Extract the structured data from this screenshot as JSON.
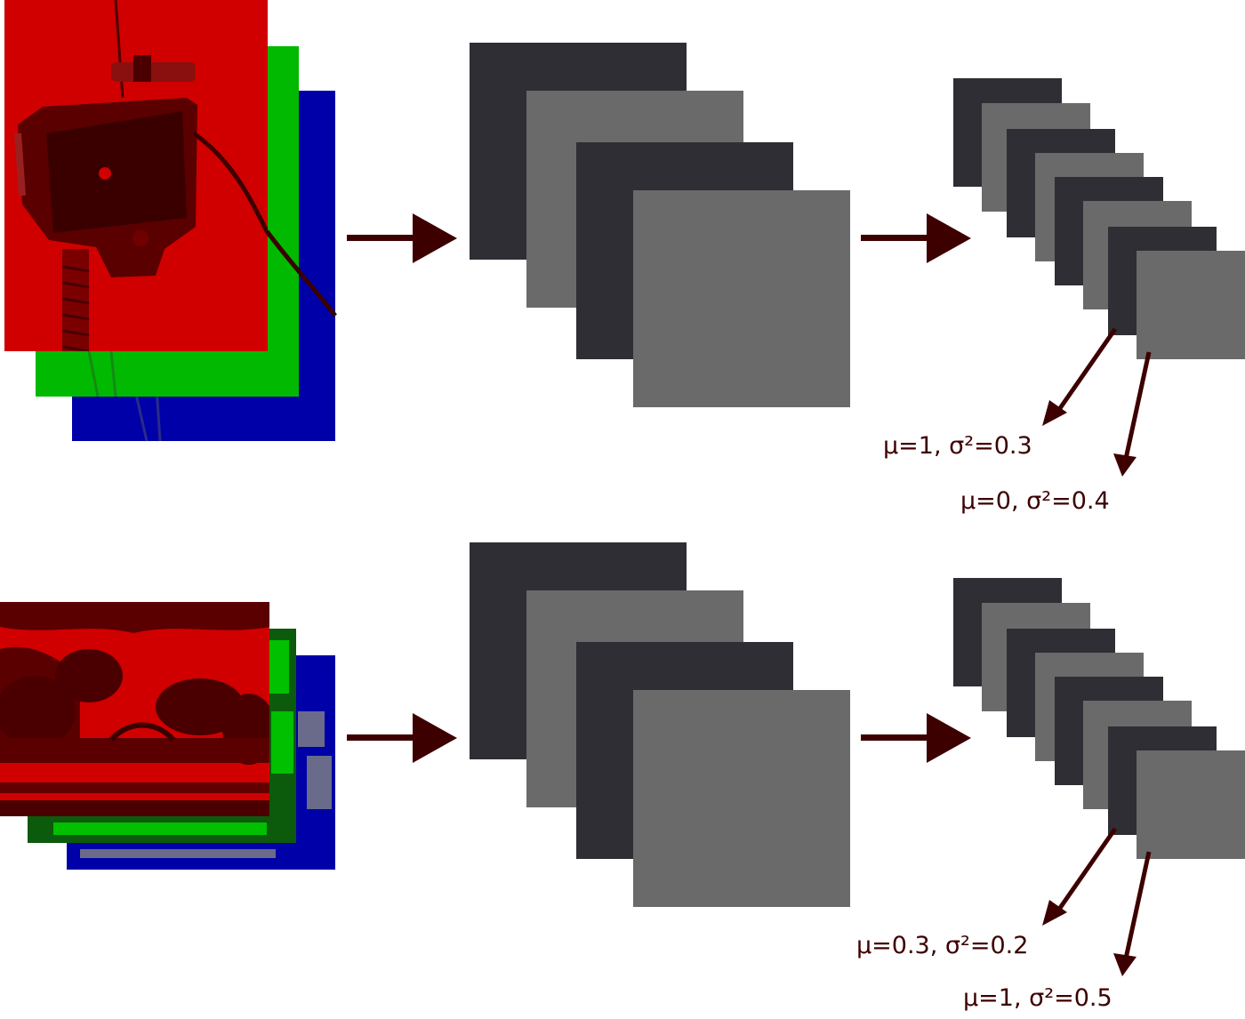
{
  "colors": {
    "background": "#ffffff",
    "channel_red": "#d00000",
    "channel_green": "#00b900",
    "channel_blue": "#0000a8",
    "feature_dark": "#2e2e34",
    "feature_gray": "#6a6a6a",
    "arrow": "#3d0000",
    "label_text": "#3d0000",
    "photo_dark": "#4a0000"
  },
  "rows": [
    {
      "name": "extruder-row",
      "input_photo": "extruder-photo",
      "stats": [
        {
          "label": "μ=1, σ²=0.3"
        },
        {
          "label": "μ=0, σ²=0.4"
        }
      ]
    },
    {
      "name": "painting-row",
      "input_photo": "landscape-painting",
      "stats": [
        {
          "label": "μ=0.3, σ²=0.2"
        },
        {
          "label": "μ=1, σ²=0.5"
        }
      ]
    }
  ]
}
